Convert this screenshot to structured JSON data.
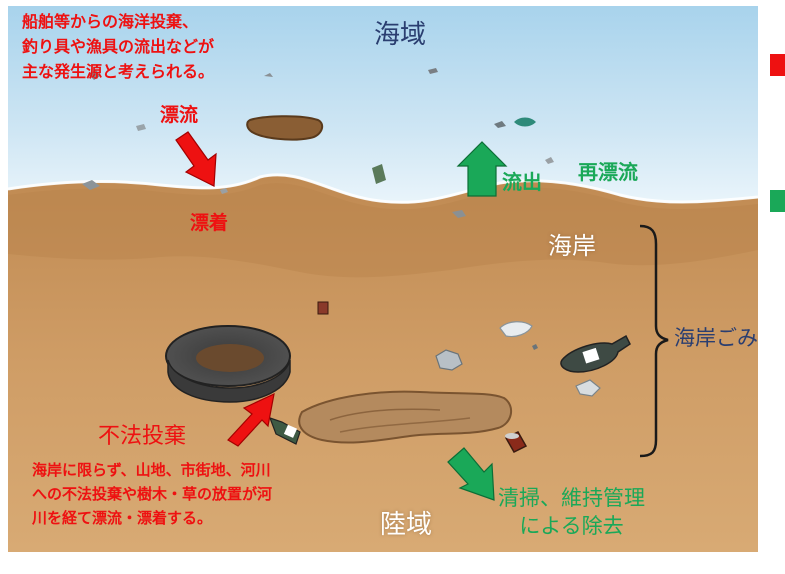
{
  "labels": {
    "ocean": "海域",
    "coast": "海岸",
    "land": "陸域",
    "coastal_waste": "海岸ごみ",
    "sea_source": "船舶等からの海洋投棄、\n釣り具や漁具の流出などが\n主な発生源と考えられる。",
    "drift": "漂流",
    "wash_ashore": "漂着",
    "outflow": "流出",
    "redrift": "再漂流",
    "illegal_dumping": "不法投棄",
    "land_source": "海岸に限らず、山地、市街地、河川\nへの不法投棄や樹木・草の放置が河\n川を経て漂流・漂着する。",
    "removal": "清掃、維持管理\nによる除去"
  },
  "colors": {
    "red": "#ee1111",
    "green": "#1aa858",
    "sky": "#b8dcf0",
    "sand": "#c9955e",
    "navy": "#2a3e70"
  },
  "icons": {
    "arrows": [
      "drift-arrow",
      "outflow-arrow",
      "illegal-dumping-arrow",
      "removal-arrow"
    ],
    "debris": [
      "tire-icon",
      "driftwood-icon",
      "bottle-icon",
      "can-icon",
      "bag-icon"
    ]
  }
}
